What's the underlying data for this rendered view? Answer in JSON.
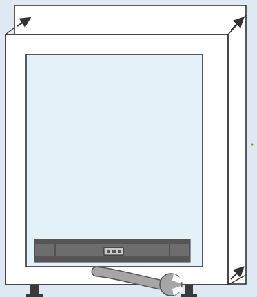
{
  "illustration": {
    "subject": "appliance-front-with-door-and-leveling-feet",
    "arrows": [
      "arrow-top-left",
      "arrow-top-right",
      "arrow-bottom-right"
    ],
    "tool": "wrench-icon",
    "colors": {
      "background": "#dfe9f3",
      "back_panel": "#ffffff",
      "frame": "#ffffff",
      "outline": "#333333",
      "glass": "#e4f1f8",
      "control_bar": "#6d6d6d",
      "control_bar_dark": "#4e4e4e",
      "wrench": "#a6a6a6",
      "feet": "#3a3a3a"
    }
  }
}
